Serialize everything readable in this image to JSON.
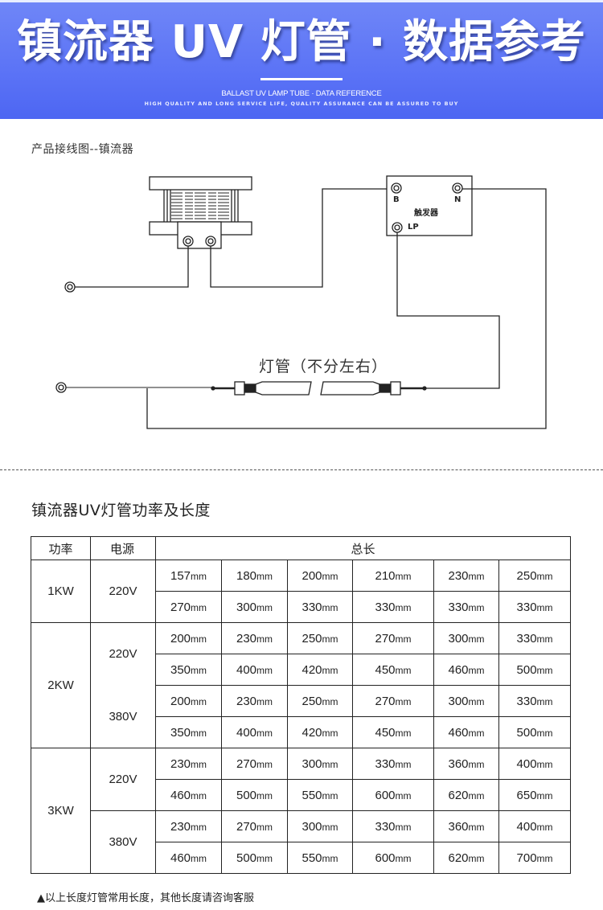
{
  "banner": {
    "title": "镇流器 UV 灯管 · 数据参考",
    "subtitle": "BALLAST UV LAMP TUBE · DATA REFERENCE",
    "tagline": "HIGH QUALITY AND LONG SERVICE LIFE, QUALITY ASSURANCE CAN BE ASSURED TO BUY",
    "colors": {
      "top": "#6f86f7",
      "bottom": "#4d66f2"
    }
  },
  "wiring": {
    "section_label": "产品接线图--镇流器",
    "trigger": {
      "name": "触发器",
      "terminals": [
        "B",
        "N",
        "LP"
      ]
    },
    "lamp_caption": "灯管（不分左右）",
    "components": [
      "ballast-icon",
      "trigger-box",
      "uv-lamp-tube-icon",
      "terminal-icon"
    ]
  },
  "table": {
    "title": "镇流器UV灯管功率及长度",
    "headers": {
      "power": "功率",
      "supply": "电源",
      "total_length": "总长"
    },
    "unit": "mm",
    "groups": [
      {
        "power": "1KW",
        "supplies": [
          {
            "voltage": "220V",
            "rows": [
              [
                "157",
                "180",
                "200",
                "210",
                "230",
                "250"
              ],
              [
                "270",
                "300",
                "330",
                "330",
                "330",
                "330"
              ]
            ]
          }
        ]
      },
      {
        "power": "2KW",
        "supplies": [
          {
            "voltage": "220V",
            "rows": [
              [
                "200",
                "230",
                "250",
                "270",
                "300",
                "330"
              ],
              [
                "350",
                "400",
                "420",
                "450",
                "460",
                "500"
              ]
            ]
          },
          {
            "voltage": "380V",
            "rows": [
              [
                "200",
                "230",
                "250",
                "270",
                "300",
                "330"
              ],
              [
                "350",
                "400",
                "420",
                "450",
                "460",
                "500"
              ]
            ]
          }
        ]
      },
      {
        "power": "3KW",
        "supplies": [
          {
            "voltage": "220V",
            "rows": [
              [
                "230",
                "270",
                "300",
                "330",
                "360",
                "400"
              ],
              [
                "460",
                "500",
                "550",
                "600",
                "620",
                "650"
              ]
            ]
          },
          {
            "voltage": "380V",
            "rows": [
              [
                "230",
                "270",
                "300",
                "330",
                "360",
                "400"
              ],
              [
                "460",
                "500",
                "550",
                "600",
                "620",
                "700"
              ]
            ]
          }
        ]
      }
    ]
  },
  "footnote": {
    "marker": "▲",
    "text": "以上长度灯管常用长度，其他长度请咨询客服"
  }
}
